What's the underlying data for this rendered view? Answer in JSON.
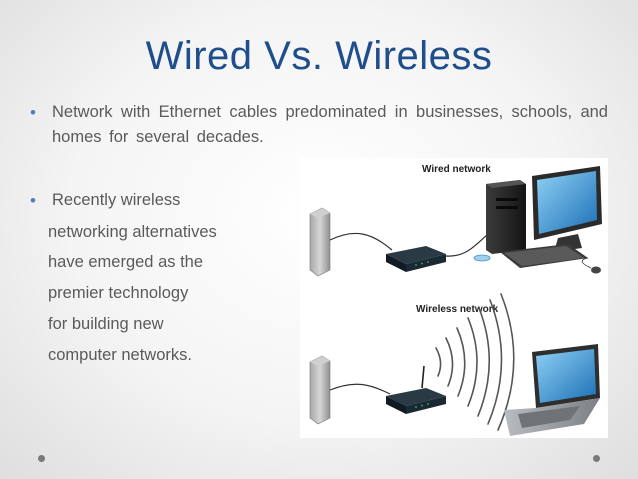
{
  "slide": {
    "title": "Wired Vs. Wireless",
    "bullets": [
      "Network with Ethernet cables predominated in businesses, schools, and homes for several decades.",
      "Recently wireless"
    ],
    "bullet2_continuation": [
      "networking alternatives",
      "have emerged as the",
      "premier technology",
      "for building new",
      "computer networks."
    ]
  },
  "figure": {
    "wired_label": "Wired network",
    "wireless_label": "Wireless network"
  },
  "colors": {
    "title": "#1f4e8c",
    "bullet_marker": "#4a7fc1",
    "body_text": "#5a5a5a"
  }
}
